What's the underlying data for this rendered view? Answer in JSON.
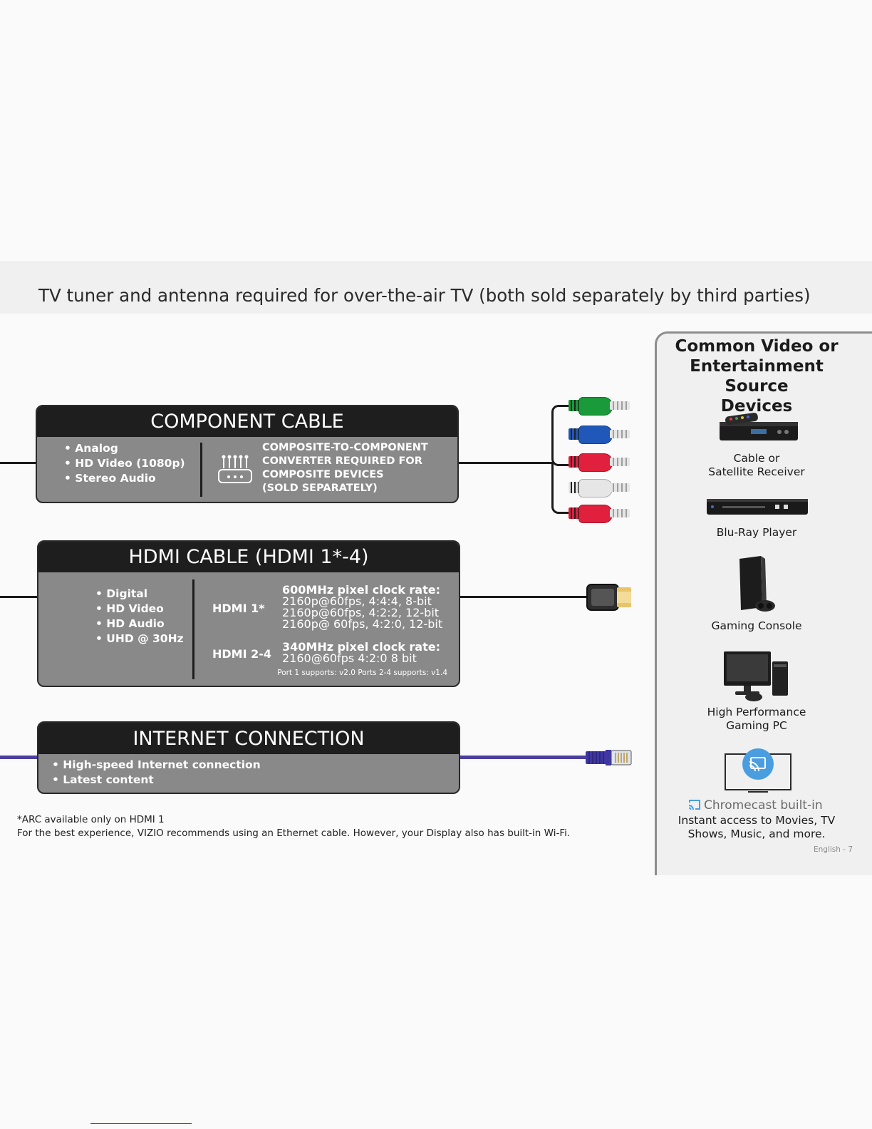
{
  "banner": {
    "text": "TV tuner and antenna required for over-the-air TV (both sold separately by third parties)"
  },
  "component": {
    "title": "COMPONENT CABLE",
    "bullets": [
      "• Analog",
      "• HD Video (1080p)",
      "• Stereo Audio"
    ],
    "note_lines": [
      "COMPOSITE-TO-COMPONENT",
      "CONVERTER REQUIRED FOR",
      "COMPOSITE DEVICES",
      "(SOLD SEPARATELY)"
    ],
    "plug_colors": [
      "#1a9a3a",
      "#1f58b8",
      "#e0203c",
      "#e6e6e6",
      "#e0203c"
    ]
  },
  "hdmi": {
    "title": "HDMI CABLE (HDMI 1*-4)",
    "bullets": [
      "• Digital",
      "• HD Video",
      "• HD Audio",
      "• UHD @ 30Hz"
    ],
    "port1_label": "HDMI 1*",
    "port1_lines": [
      "600MHz pixel clock rate:",
      "2160p@60fps, 4:4:4, 8-bit",
      "2160p@60fps, 4:2:2, 12-bit",
      "2160p@ 60fps, 4:2:0, 12-bit"
    ],
    "port24_label": "HDMI 2-4",
    "port24_lines": [
      "340MHz pixel clock rate:",
      "2160@60fps 4:2:0 8 bit"
    ],
    "support_note": "Port 1 supports: v2.0 Ports 2-4 supports: v1.4"
  },
  "internet": {
    "title": "INTERNET CONNECTION",
    "bullets": [
      "• High-speed Internet connection",
      "• Latest content"
    ]
  },
  "footnotes": {
    "arc": "*ARC available only on HDMI 1",
    "ethernet": "For the best experience, VIZIO recommends using an Ethernet cable. However, your Display also has built-in Wi-Fi."
  },
  "panel": {
    "title_lines": [
      "Common Video or",
      "Entertainment Source",
      "Devices"
    ],
    "devices": [
      {
        "line1": "Cable or",
        "line2": "Satellite Receiver",
        "icon": "set-top-box-icon"
      },
      {
        "line1": "Blu-Ray Player",
        "line2": "",
        "icon": "bluray-player-icon"
      },
      {
        "line1": "Gaming Console",
        "line2": "",
        "icon": "game-console-icon"
      },
      {
        "line1": "High Performance",
        "line2": "Gaming PC",
        "icon": "gaming-pc-icon"
      }
    ],
    "chromecast_label": "Chromecast built-in",
    "chromecast_desc_lines": [
      "Instant access to Movies, TV",
      "Shows, Music, and more."
    ],
    "page_number": "English - 7"
  },
  "colors": {
    "box_fill": "#898989",
    "box_header": "#1e1e1e",
    "ethernet_wire": "#4a3f9f",
    "chromecast_blue": "#4a9ee0"
  }
}
